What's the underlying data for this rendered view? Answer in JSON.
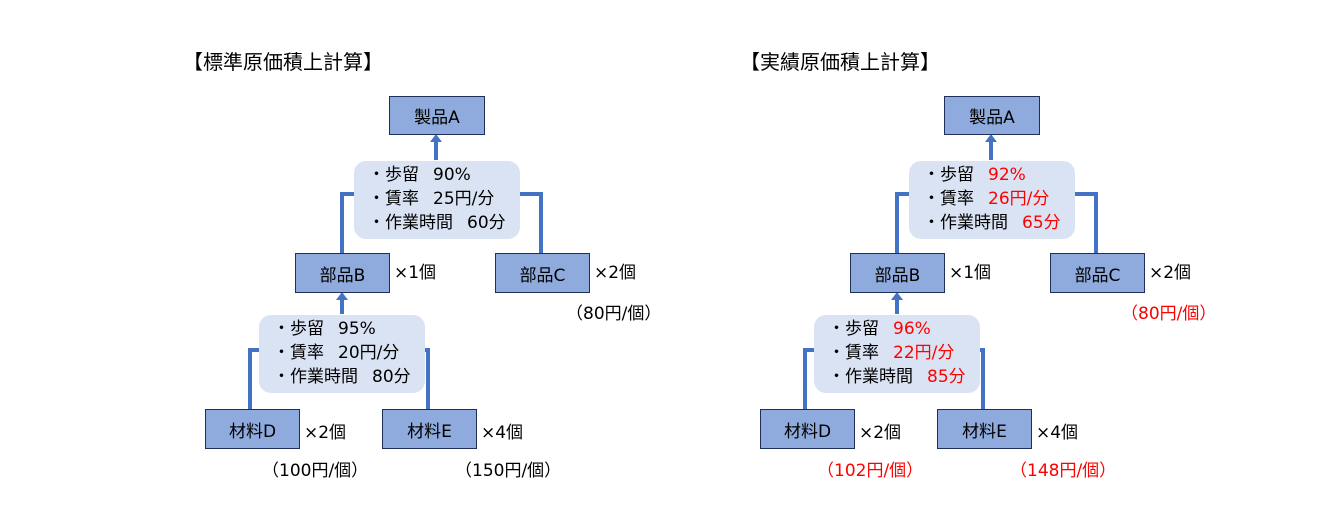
{
  "standard": {
    "title": "【標準原価積上計算】",
    "product_a": "製品A",
    "part_b": "部品B",
    "part_c": "部品C",
    "material_d": "材料D",
    "material_e": "材料E",
    "qty_b": "×1個",
    "qty_c": "×2個",
    "qty_d": "×2個",
    "qty_e": "×4個",
    "price_c": "（80円/個）",
    "price_d": "（100円/個）",
    "price_e": "（150円/個）",
    "process_a": {
      "yield_label": "・歩留",
      "yield": "90%",
      "rate_label": "・賃率",
      "rate": "25円/分",
      "time_label": "・作業時間",
      "time": "60分"
    },
    "process_b": {
      "yield_label": "・歩留",
      "yield": "95%",
      "rate_label": "・賃率",
      "rate": "20円/分",
      "time_label": "・作業時間",
      "time": "80分"
    }
  },
  "actual": {
    "title": "【実績原価積上計算】",
    "product_a": "製品A",
    "part_b": "部品B",
    "part_c": "部品C",
    "material_d": "材料D",
    "material_e": "材料E",
    "qty_b": "×1個",
    "qty_c": "×2個",
    "qty_d": "×2個",
    "qty_e": "×4個",
    "price_c": "（80円/個）",
    "price_d": "（102円/個）",
    "price_e": "（148円/個）",
    "process_a": {
      "yield_label": "・歩留",
      "yield": "92%",
      "rate_label": "・賃率",
      "rate": "26円/分",
      "time_label": "・作業時間",
      "time": "65分"
    },
    "process_b": {
      "yield_label": "・歩留",
      "yield": "96%",
      "rate_label": "・賃率",
      "rate": "22円/分",
      "time_label": "・作業時間",
      "time": "85分"
    }
  },
  "colors": {
    "box_fill": "#8faadc",
    "info_fill": "#dae3f3",
    "line": "#4472c4",
    "highlight": "#ff0000"
  }
}
